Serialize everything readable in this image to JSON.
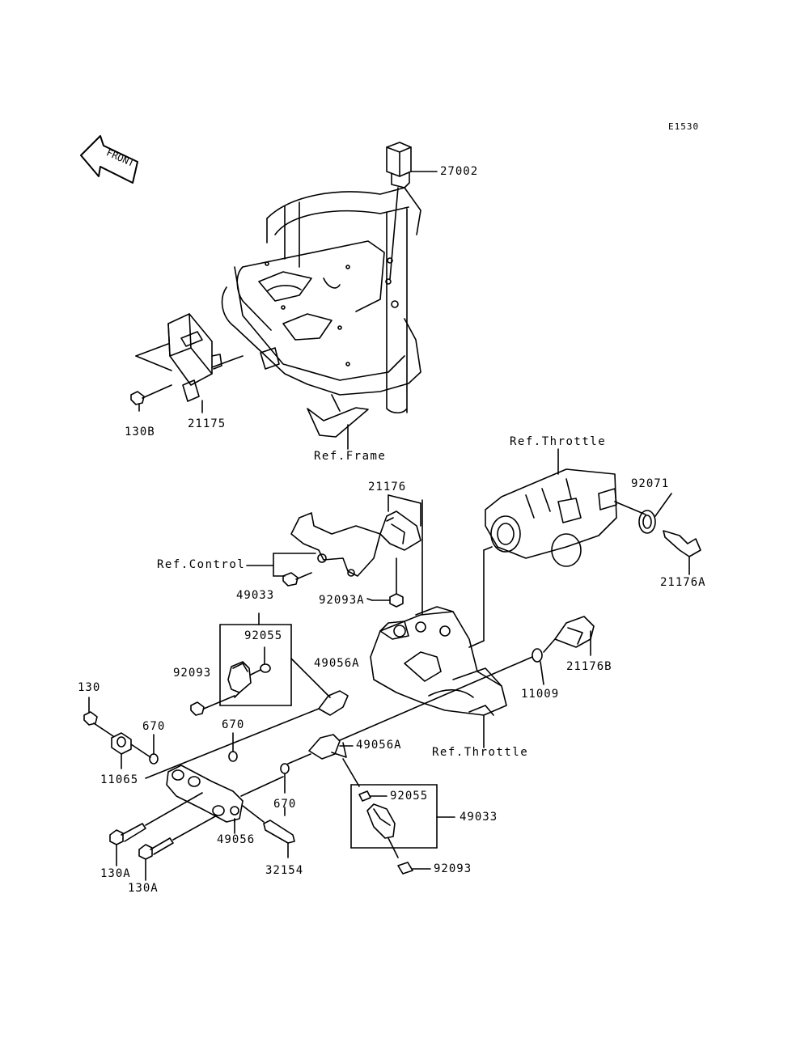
{
  "diagram_code": "E1530",
  "front_arrow": {
    "label": "FRONT",
    "icon": "front-arrow-icon"
  },
  "labels": {
    "p27002": "27002",
    "p130B": "130B",
    "p21175": "21175",
    "ref_frame": "Ref.Frame",
    "ref_throttle_top": "Ref.Throttle",
    "p92071": "92071",
    "p21176A": "21176A",
    "p21176": "21176",
    "ref_control": "Ref.Control",
    "p92093A": "92093A",
    "p49033_top": "49033",
    "p92055_top": "92055",
    "p92093_top": "92093",
    "p49056A_top": "49056A",
    "p21176B": "21176B",
    "p11009": "11009",
    "p130": "130",
    "p670_a": "670",
    "p670_b": "670",
    "p11065": "11065",
    "p49056A_mid": "49056A",
    "ref_throttle_bottom": "Ref.Throttle",
    "p670_c": "670",
    "p92055_bottom": "92055",
    "p49033_bottom": "49033",
    "p130A_a": "130A",
    "p130A_b": "130A",
    "p49056": "49056",
    "p32154": "32154",
    "p92093_bottom": "92093"
  }
}
